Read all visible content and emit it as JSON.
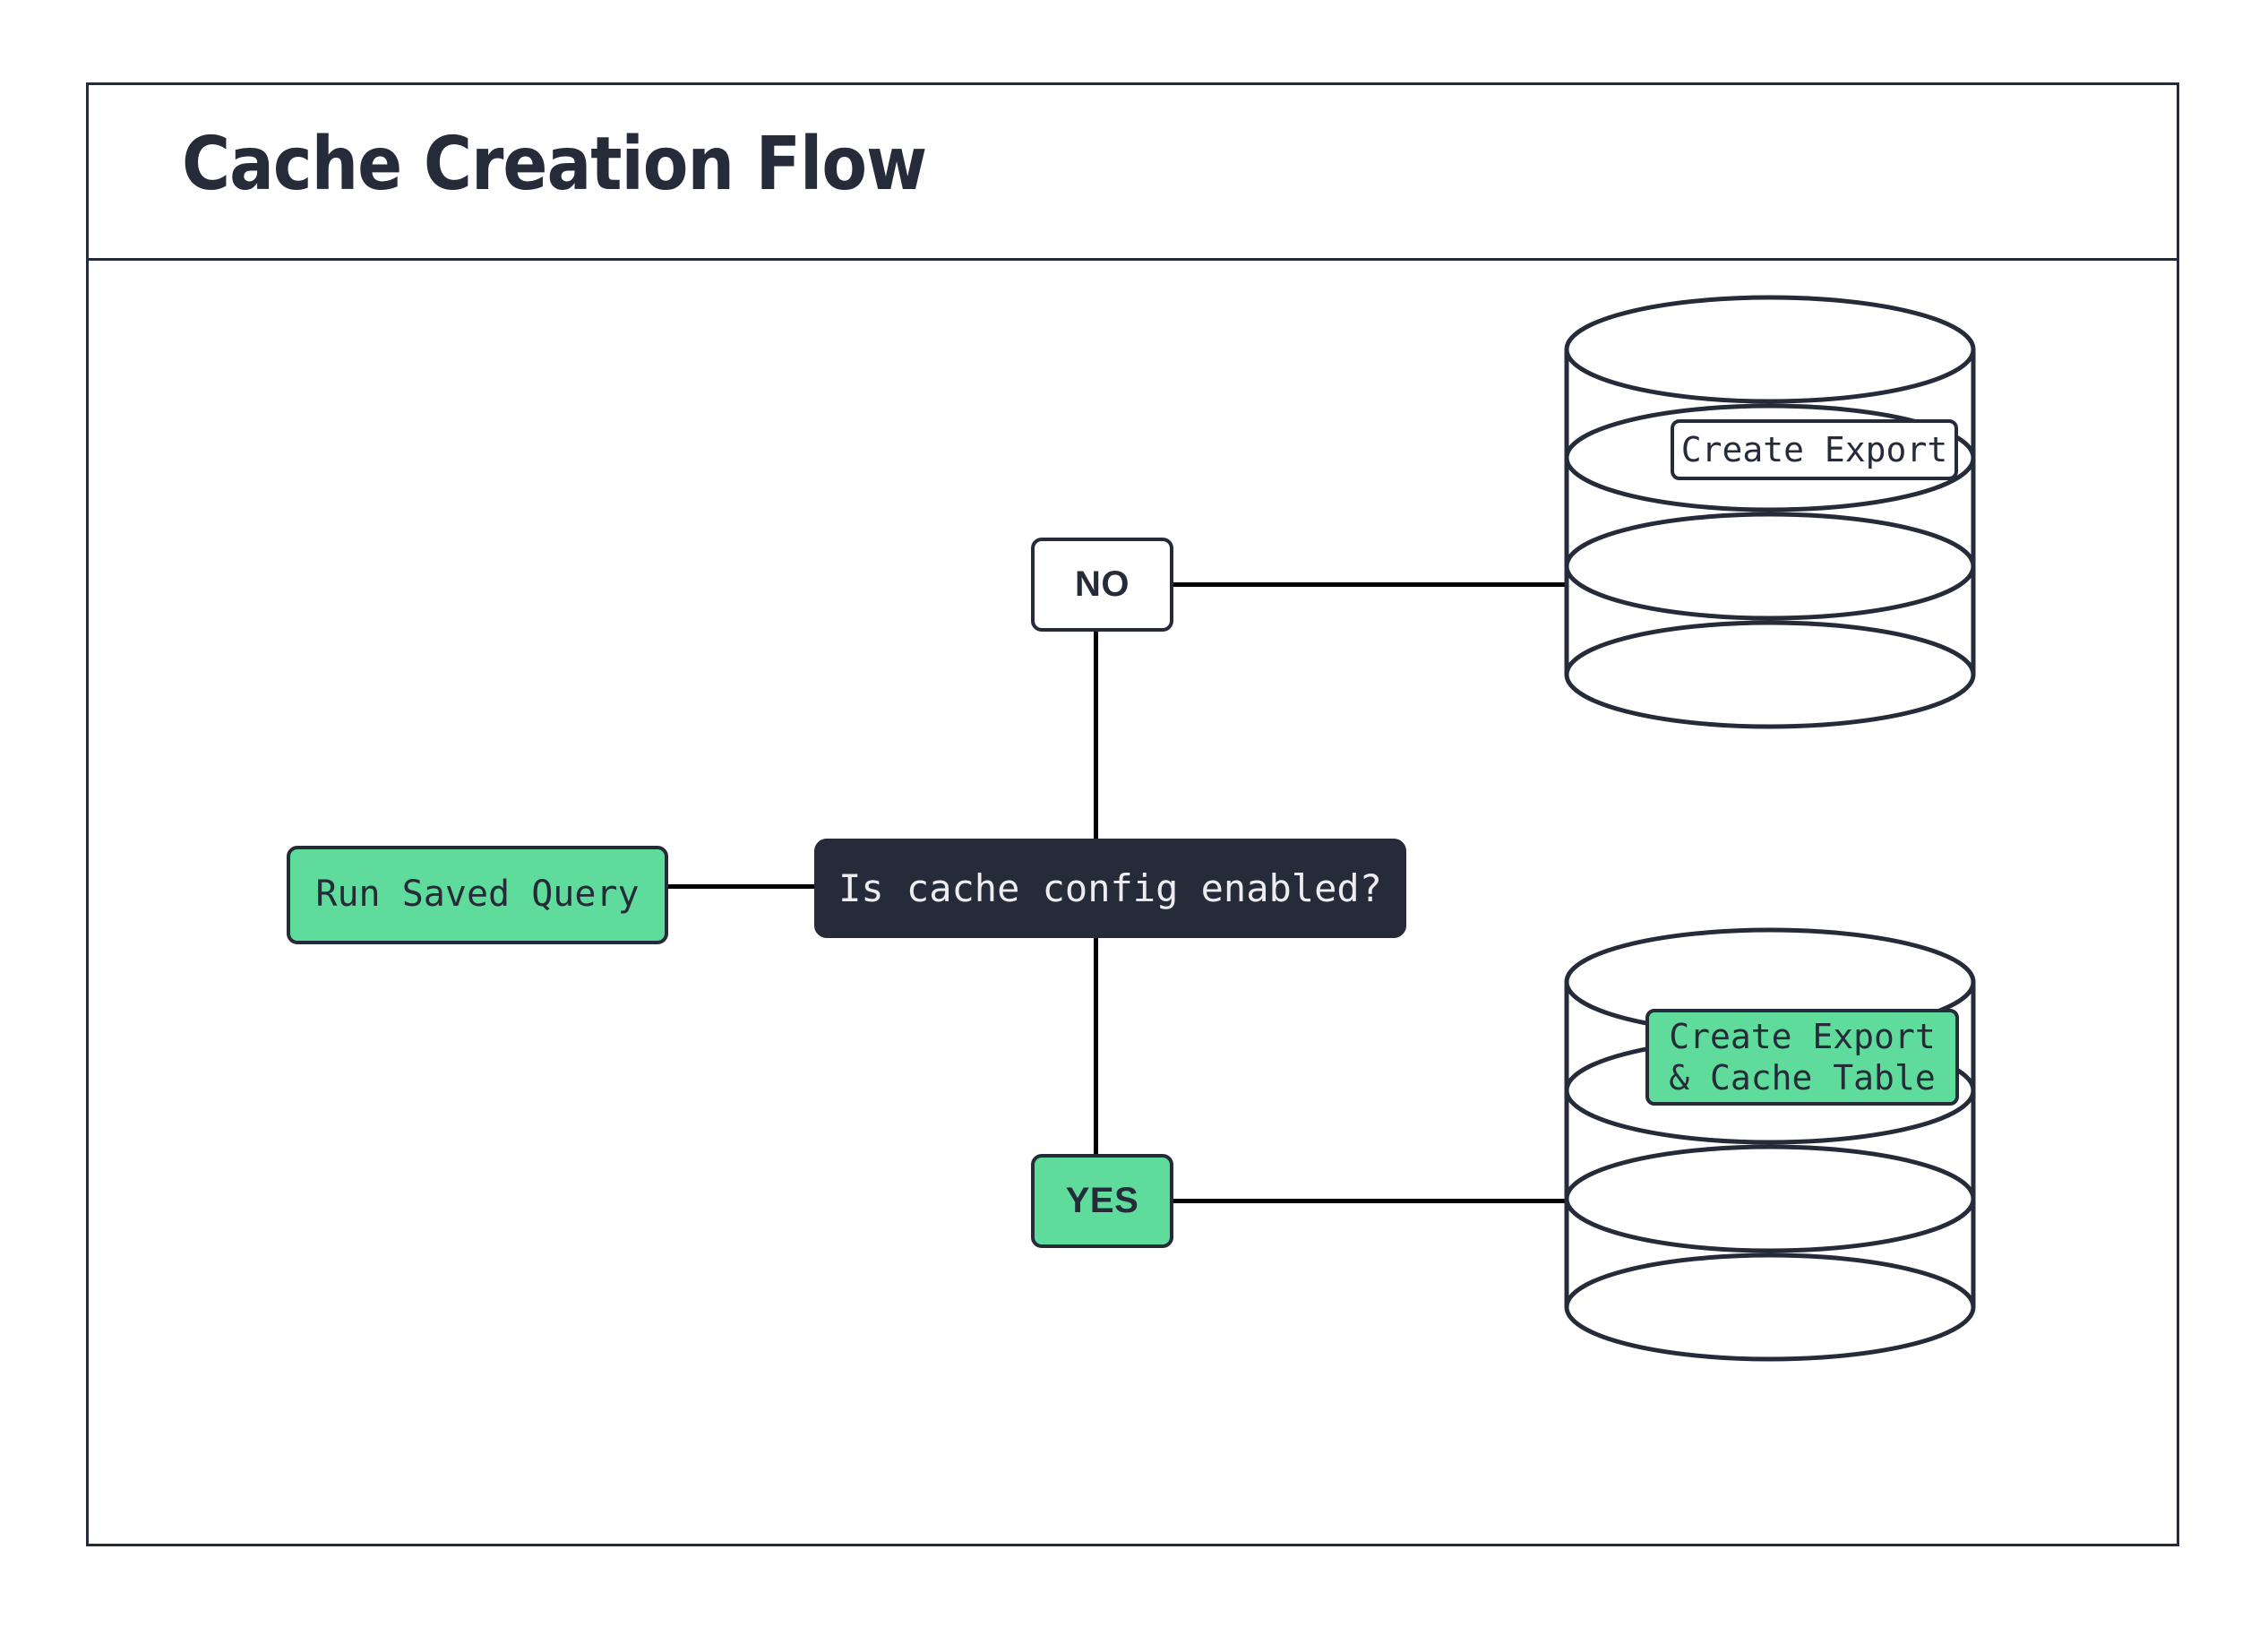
{
  "diagram": {
    "title": "Cache Creation Flow",
    "colors": {
      "ink": "#262b3a",
      "green": "#5fdb9b",
      "white": "#ffffff",
      "dark_text": "#ececf1",
      "edge": "#000000"
    },
    "nodes": [
      {
        "id": "run-saved-query",
        "label": "Run Saved Query",
        "shape": "rounded-rect",
        "fill": "green",
        "font": "mono"
      },
      {
        "id": "decision",
        "label": "Is cache config enabled?",
        "shape": "rounded-rect",
        "fill": "dark",
        "font": "mono"
      },
      {
        "id": "no",
        "label": "NO",
        "shape": "rounded-rect",
        "fill": "white",
        "font": "sans"
      },
      {
        "id": "yes",
        "label": "YES",
        "shape": "rounded-rect",
        "fill": "green",
        "font": "sans"
      }
    ],
    "databases": [
      {
        "id": "export-db",
        "shape": "database-cylinder",
        "bands": 4,
        "label": "Create Export",
        "label_fill": "white"
      },
      {
        "id": "cache-db",
        "shape": "database-cylinder",
        "bands": 4,
        "label": "Create Export\n& Cache Table",
        "label_fill": "green"
      }
    ],
    "edges": [
      {
        "from": "run-saved-query",
        "to": "decision",
        "orientation": "horizontal"
      },
      {
        "from": "decision",
        "to": "no",
        "orientation": "vertical"
      },
      {
        "from": "decision",
        "to": "yes",
        "orientation": "vertical"
      },
      {
        "from": "no",
        "to": "export-db",
        "orientation": "horizontal"
      },
      {
        "from": "yes",
        "to": "cache-db",
        "orientation": "horizontal"
      }
    ]
  }
}
